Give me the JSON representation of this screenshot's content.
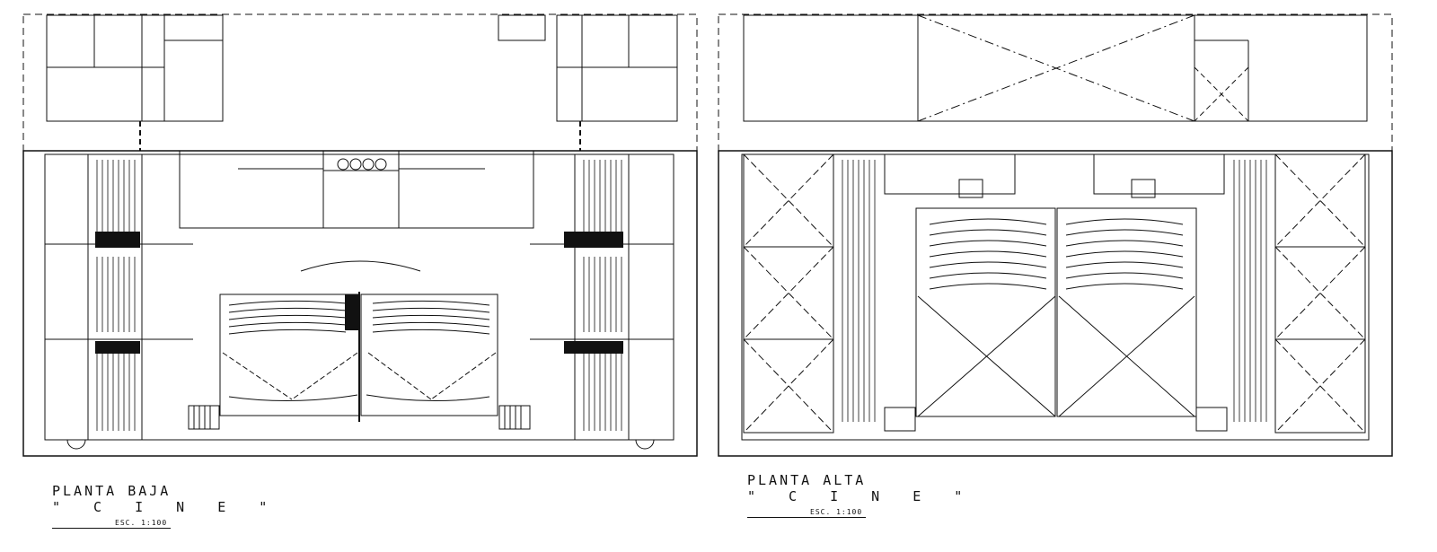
{
  "ground_floor": {
    "title": "PLANTA BAJA",
    "subtitle": "\" C I N E \"",
    "scale": "ESC. 1:100"
  },
  "upper_floor": {
    "title": "PLANTA ALTA",
    "subtitle": "\" C I N E \"",
    "scale": "ESC. 1:100"
  },
  "colors": {
    "line": "#111111",
    "background": "#ffffff"
  }
}
